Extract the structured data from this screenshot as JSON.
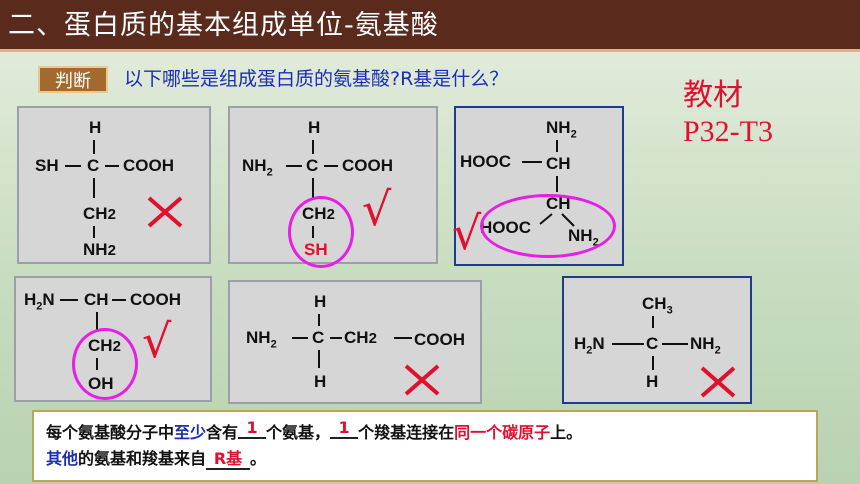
{
  "header": {
    "title": "二、蛋白质的基本组成单位-氨基酸"
  },
  "question": {
    "tag": "判断",
    "text": "以下哪些是组成蛋白质的氨基酸?R基是什么？"
  },
  "reference": {
    "line1": "教材",
    "line2": "P32-T3"
  },
  "structures": {
    "s1": {
      "top_h": "H",
      "left": "SH",
      "center": "C",
      "right": "COOH",
      "ch2": "CH",
      "ch2_sub": "2",
      "nh2": "NH",
      "nh2_sub": "2"
    },
    "s2": {
      "top_h": "H",
      "left": "NH",
      "left_sub": "2",
      "center": "C",
      "right": "COOH",
      "ch2": "CH",
      "ch2_sub": "2",
      "sh": "SH",
      "mark": "√"
    },
    "s3": {
      "nh2_top": "NH",
      "nh2_top_sub": "2",
      "hooc1": "HOOC",
      "ch1": "CH",
      "ch2": "CH",
      "hooc2": "HOOC",
      "nh2_right": "NH",
      "nh2_right_sub": "2",
      "mark": "√"
    },
    "s4": {
      "left": "H",
      "left_sub": "2",
      "left_n": "N",
      "center": "CH",
      "right": "COOH",
      "ch2": "CH",
      "ch2_sub": "2",
      "oh": "OH",
      "mark": "√"
    },
    "s5": {
      "top_h": "H",
      "left": "NH",
      "left_sub": "2",
      "center": "C",
      "ch2": "CH",
      "ch2_sub": "2",
      "right": "COOH",
      "bottom_h": "H"
    },
    "s6": {
      "ch3": "CH",
      "ch3_sub": "3",
      "left": "H",
      "left_sub": "2",
      "left_n": "N",
      "center": "C",
      "right": "NH",
      "right_sub": "2",
      "bottom_h": "H"
    }
  },
  "summary": {
    "p1": "每个氨基酸分子中",
    "p2": "至少",
    "p3": "含有",
    "blank1": "1",
    "p4": "个氨基，",
    "blank2": "1",
    "p5": "个羧基连接在",
    "p6": "同一个碳原子",
    "p7": "上。",
    "p8": "其他",
    "p9": "的氨基和羧基来自",
    "blank3": "R基",
    "p10": "。"
  },
  "colors": {
    "title_bg": "#5a2a1c",
    "accent_red": "#e0102f",
    "accent_blue": "#1b2fb5",
    "circle": "#e61ee6"
  }
}
